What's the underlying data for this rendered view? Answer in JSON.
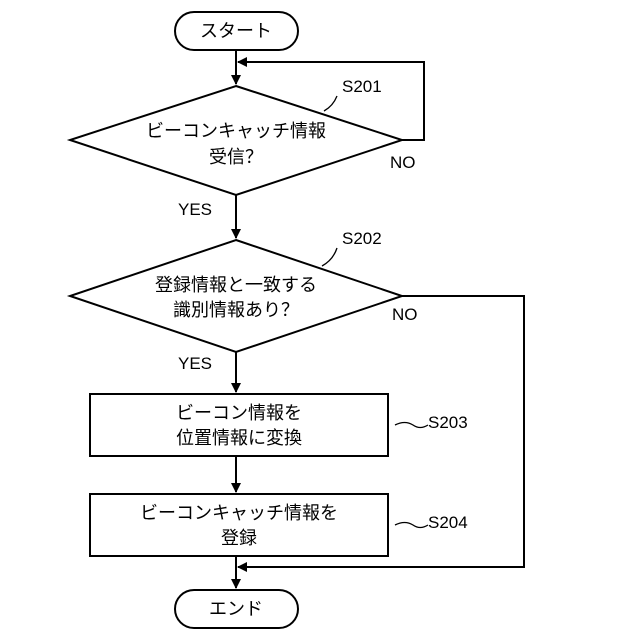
{
  "flowchart": {
    "start": "スタート",
    "end": "エンド",
    "decision1": {
      "step": "S201",
      "line1": "ビーコンキャッチ情報",
      "line2": "受信？",
      "yes": "YES",
      "no": "NO"
    },
    "decision2": {
      "step": "S202",
      "line1": "登録情報と一致する",
      "line2": "識別情報あり？",
      "yes": "YES",
      "no": "NO"
    },
    "process1": {
      "step": "S203",
      "line1": "ビーコン情報を",
      "line2": "位置情報に変換"
    },
    "process2": {
      "step": "S204",
      "line1": "ビーコンキャッチ情報を",
      "line2": "登録"
    }
  }
}
